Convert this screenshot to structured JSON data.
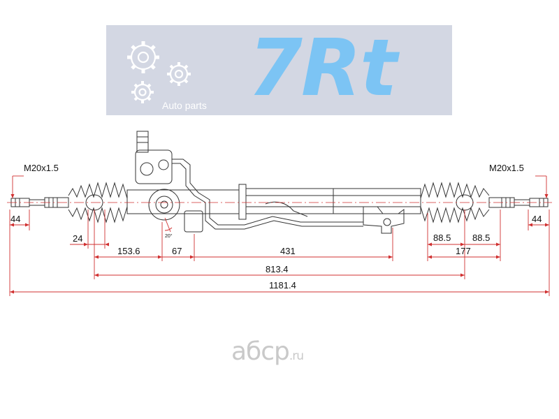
{
  "logo": {
    "mark": "7Rt",
    "subtitle": "Auto parts",
    "icon": "gears-icon",
    "colors": {
      "background": "#d3d7e3",
      "mark": "#7cc4f4",
      "subtitle": "#ffffff"
    }
  },
  "thread_left": "M20x1.5",
  "thread_right": "M20x1.5",
  "dimensions": {
    "left_end": "44",
    "right_end": "44",
    "left_offset": "24",
    "seg_153": "153.6",
    "seg_67": "67",
    "seg_431": "431",
    "right_a": "88.5",
    "right_b": "88.5",
    "right_177": "177",
    "span_813": "813.4",
    "total": "1181.4",
    "angle": "20°"
  },
  "watermark": {
    "brand": "абср",
    "tld": ".ru"
  },
  "colors": {
    "dimension_line": "#d03030",
    "outline": "#333333"
  }
}
